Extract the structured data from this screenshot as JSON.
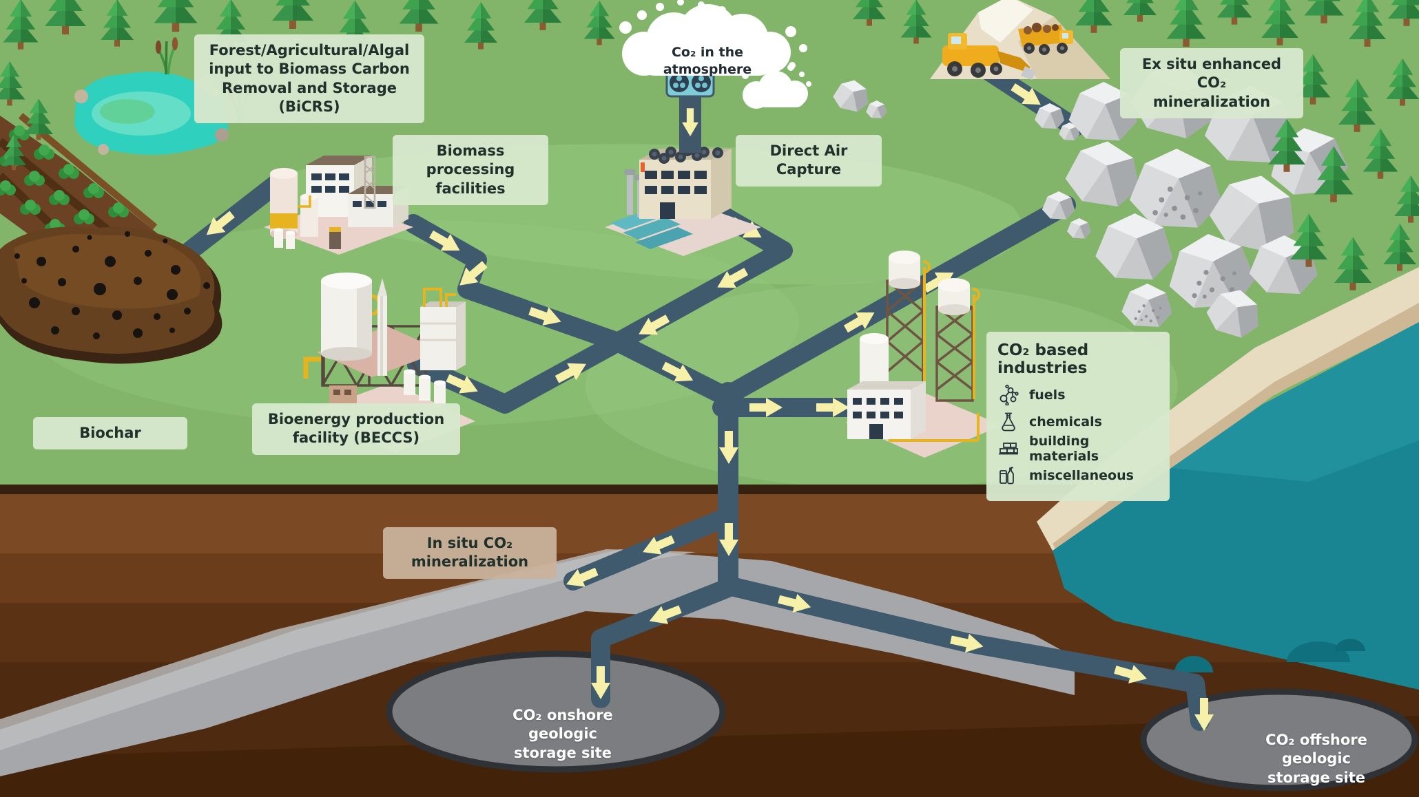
{
  "labels": {
    "bicrs": "Forest/Agricultural/Algal\ninput to Biomass Carbon\nRemoval and Storage (BiCRS)",
    "biomass_processing": "Biomass processing\nfacilities",
    "atmosphere": "Co₂ in the atmosphere",
    "direct_air_capture": "Direct Air Capture",
    "ex_situ": "Ex situ enhanced CO₂\nmineralization",
    "beccs": "Bioenergy production\nfacility (BECCS)",
    "biochar": "Biochar",
    "in_situ": "In situ CO₂\nmineralization",
    "onshore": "CO₂ onshore geologic\nstorage site",
    "offshore": "CO₂ offshore geologic\nstorage site"
  },
  "industries_panel": {
    "title": "CO₂ based industries",
    "items": [
      {
        "icon": "molecule-icon",
        "label": "fuels"
      },
      {
        "icon": "flask-icon",
        "label": "chemicals"
      },
      {
        "icon": "bricks-icon",
        "label": "building materials"
      },
      {
        "icon": "bottles-icon",
        "label": "miscellaneous"
      }
    ]
  },
  "colors": {
    "grass": "#82b569",
    "pipe": "#3e5a6c",
    "arrow": "#f6f0a8",
    "label_bg": "#d7e8cd",
    "label_bg_tan": "#c9b29c",
    "storage_gray": "#7b7d80",
    "water": "#1a8592",
    "underground": "#6b3d1b",
    "rock_layer_gray": "#a5a7aa"
  }
}
